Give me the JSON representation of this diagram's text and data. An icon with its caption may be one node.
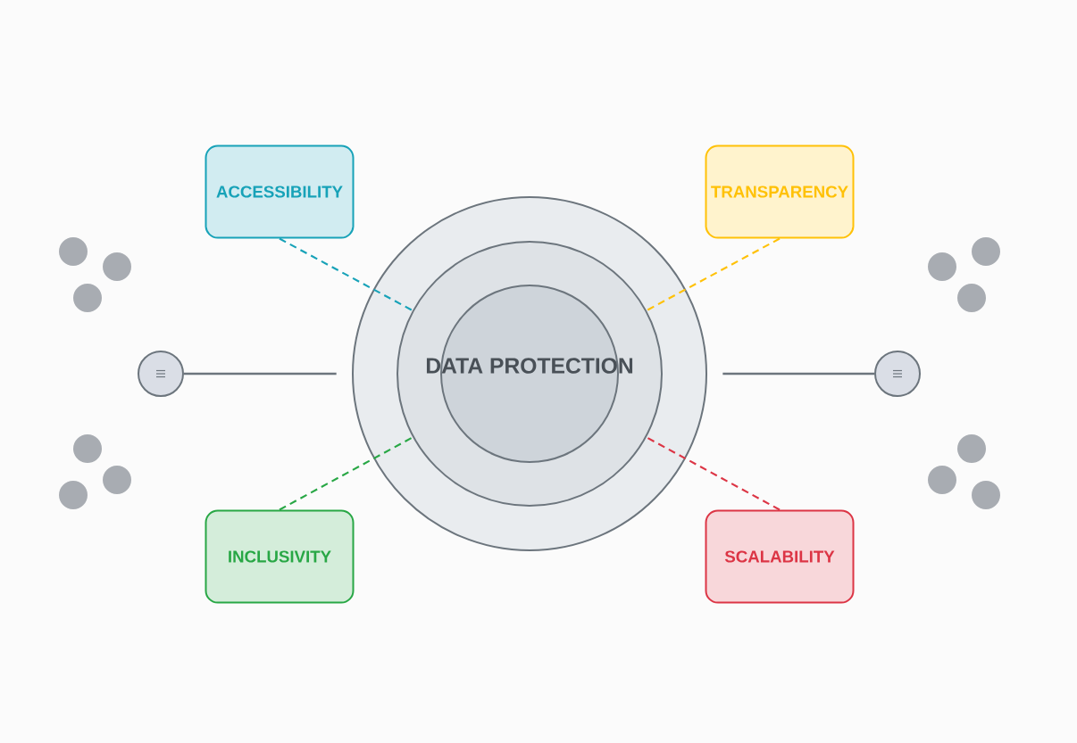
{
  "diagram": {
    "nodes": [
      {
        "text": [
          "DATA PROTECTION"
        ]
      },
      {
        "text": [
          "ACCESSIBILITY"
        ]
      },
      {
        "text": [
          "TRANSPARENCY"
        ]
      },
      {
        "text": [
          "INCLUSIVITY"
        ]
      },
      {
        "text": [
          "SCALABILITY"
        ]
      },
      {
        "text": [],
        "shape": "circle"
      },
      {
        "text": [],
        "shape": "circle"
      }
    ],
    "edges": [
      {
        "from": 1,
        "to": 0,
        "arrow": "none",
        "style": "dashed",
        "color": "#17a2b8"
      },
      {
        "from": 2,
        "to": 0,
        "arrow": "none",
        "style": "dashed",
        "color": "#ffc107"
      },
      {
        "from": 3,
        "to": 0,
        "arrow": "none",
        "style": "dashed",
        "color": "#28a745"
      },
      {
        "from": 4,
        "to": 0,
        "arrow": "none",
        "style": "dashed",
        "color": "#dc3545"
      },
      {
        "from": 5,
        "to": 0,
        "arrow": "none"
      },
      {
        "from": 6,
        "to": 0,
        "arrow": "none"
      }
    ]
  }
}
